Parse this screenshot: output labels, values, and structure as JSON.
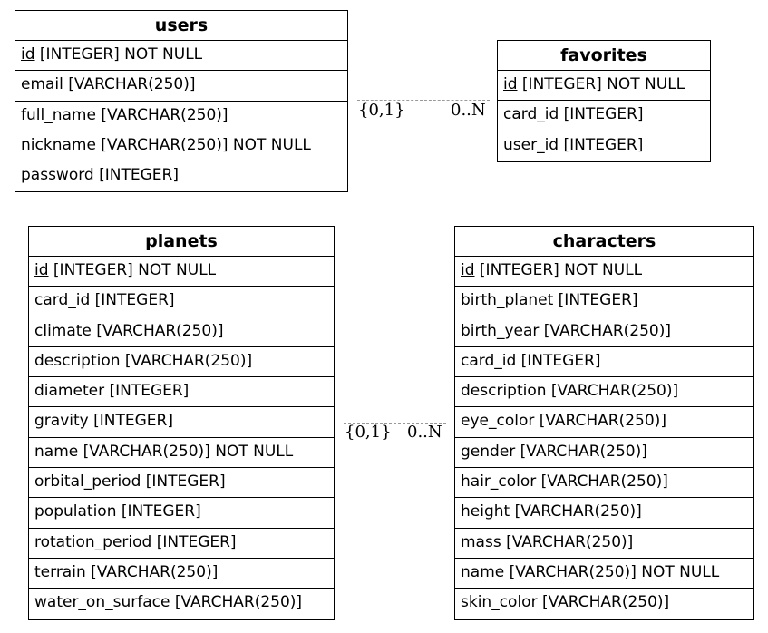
{
  "tables": {
    "users": {
      "title": "users",
      "columns": [
        {
          "pk": "id",
          "rest": " [INTEGER] NOT NULL"
        },
        {
          "text": "email [VARCHAR(250)]"
        },
        {
          "text": "full_name [VARCHAR(250)]"
        },
        {
          "text": "nickname [VARCHAR(250)] NOT NULL"
        },
        {
          "text": "password [INTEGER]"
        }
      ]
    },
    "favorites": {
      "title": "favorites",
      "columns": [
        {
          "pk": "id",
          "rest": " [INTEGER] NOT NULL"
        },
        {
          "text": "card_id [INTEGER]"
        },
        {
          "text": "user_id [INTEGER]"
        }
      ]
    },
    "planets": {
      "title": "planets",
      "columns": [
        {
          "pk": "id",
          "rest": " [INTEGER] NOT NULL"
        },
        {
          "text": "card_id [INTEGER]"
        },
        {
          "text": "climate [VARCHAR(250)]"
        },
        {
          "text": "description [VARCHAR(250)]"
        },
        {
          "text": "diameter [INTEGER]"
        },
        {
          "text": "gravity [INTEGER]"
        },
        {
          "text": "name [VARCHAR(250)] NOT NULL"
        },
        {
          "text": "orbital_period [INTEGER]"
        },
        {
          "text": "population [INTEGER]"
        },
        {
          "text": "rotation_period [INTEGER]"
        },
        {
          "text": "terrain [VARCHAR(250)]"
        },
        {
          "text": "water_on_surface [VARCHAR(250)]"
        }
      ]
    },
    "characters": {
      "title": "characters",
      "columns": [
        {
          "pk": "id",
          "rest": " [INTEGER] NOT NULL"
        },
        {
          "text": "birth_planet [INTEGER]"
        },
        {
          "text": "birth_year [VARCHAR(250)]"
        },
        {
          "text": "card_id [INTEGER]"
        },
        {
          "text": "description [VARCHAR(250)]"
        },
        {
          "text": "eye_color [VARCHAR(250)]"
        },
        {
          "text": "gender [VARCHAR(250)]"
        },
        {
          "text": "hair_color [VARCHAR(250)]"
        },
        {
          "text": "height [VARCHAR(250)]"
        },
        {
          "text": "mass [VARCHAR(250)]"
        },
        {
          "text": "name [VARCHAR(250)] NOT NULL"
        },
        {
          "text": "skin_color [VARCHAR(250)]"
        }
      ]
    }
  },
  "relations": {
    "users_favorites": {
      "from_card": "{0,1}",
      "to_card": "0..N"
    },
    "planets_characters": {
      "from_card": "{0,1}",
      "to_card": "0..N"
    }
  },
  "colors": {
    "border": "#000000",
    "relation_line": "#999999",
    "background": "#ffffff"
  }
}
